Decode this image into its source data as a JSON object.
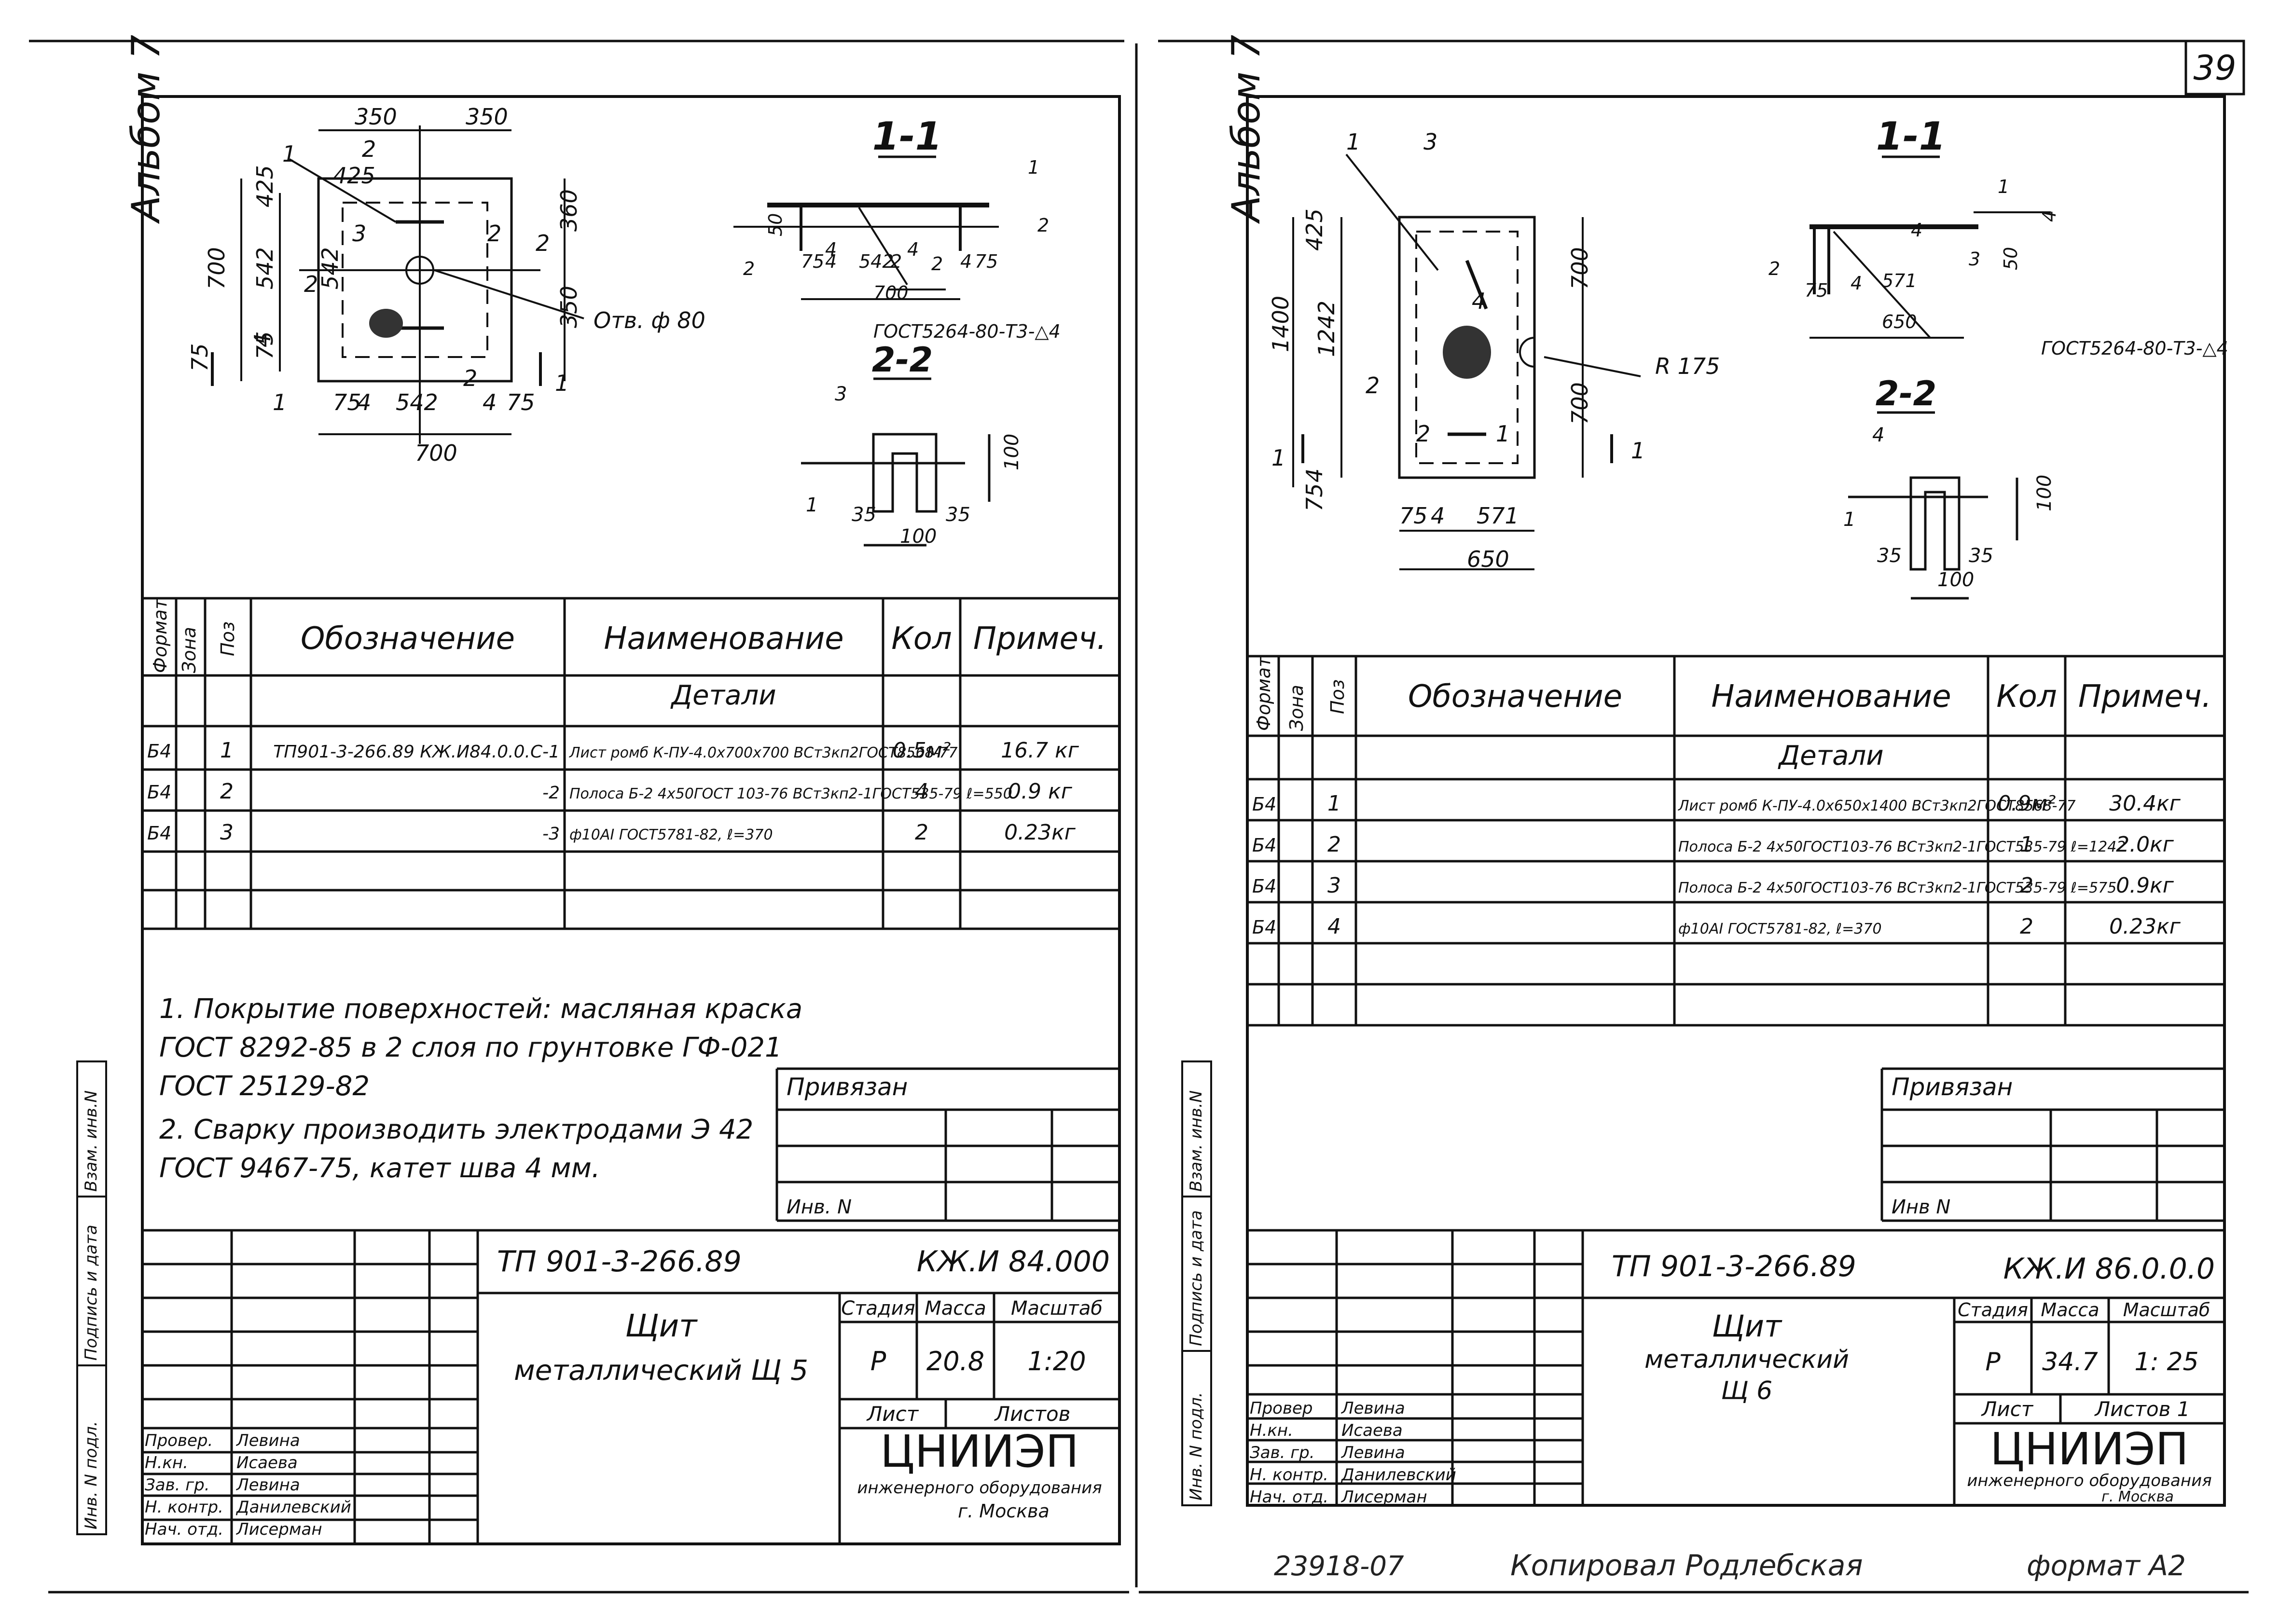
{
  "page": {
    "number": "39",
    "bottom_text": {
      "code": "23918-07",
      "copied": "Копировал Родлебская",
      "format": "формат А2"
    }
  },
  "sheets": [
    {
      "album_label": "Альбом 7",
      "section_label": "1-1",
      "section2_label": "2-2",
      "plan": {
        "dims": [
          "350",
          "350",
          "700",
          "542",
          "425",
          "75",
          "75",
          "4",
          "542",
          "4",
          "75",
          "700",
          "360",
          "350",
          "4",
          "75",
          "542",
          "425"
        ],
        "callouts": [
          "1",
          "2",
          "3",
          "2",
          "2",
          "2",
          "2",
          "Отв. ф 80",
          "1",
          "1"
        ]
      },
      "section_dims": [
        "1",
        "2",
        "2",
        "2",
        "4",
        "4",
        "50",
        "75",
        "4",
        "542",
        "2",
        "4",
        "75",
        "700",
        "ГОСТ5264-80-Т3-△4"
      ],
      "section2_dims": [
        "3",
        "100",
        "1",
        "35",
        "35",
        "100"
      ],
      "spec": {
        "headers": [
          "Формат",
          "Зона",
          "Поз",
          "Обозначение",
          "Наименование",
          "Кол",
          "Примеч."
        ],
        "group": "Детали",
        "rows": [
          {
            "format": "Б4",
            "pos": "1",
            "designation": "ТП901-3-266.89 КЖ.И84.0.0.С-1",
            "name": "Лист ромб К-ПУ-4.0х700х700 ВСт3кп2ГОСТ8568-77",
            "qty": "0.5м²",
            "note": "16.7 кг"
          },
          {
            "format": "Б4",
            "pos": "2",
            "designation": "-2",
            "name": "Полоса Б-2 4х50ГОСТ 103-76 ВСт3кп2-1ГОСТ535-79 ℓ=550",
            "qty": "4",
            "note": "0.9 кг"
          },
          {
            "format": "Б4",
            "pos": "3",
            "designation": "-3",
            "name": "ф10АI ГОСТ5781-82, ℓ=370",
            "qty": "2",
            "note": "0.23кг"
          }
        ]
      },
      "notes": [
        "1. Покрытие поверхностей: масляная краска",
        "ГОСТ 8292-85 в 2 слоя по грунтовке ГФ-021",
        "ГОСТ 25129-82",
        "2. Сварку производить электродами Э 42",
        "ГОСТ 9467-75, катет шва 4 мм."
      ],
      "privyazan": "Привязан",
      "inv_label": "Инв. N",
      "side_labels": [
        "Инв. N подл.",
        "Подпись и дата",
        "Взам. инв.N"
      ],
      "title_block": {
        "project": "ТП 901-3-266.89",
        "code": "КЖ.И 84.000",
        "title_line1": "Щит",
        "title_line2": "металлический Щ 5",
        "stage_header": "Стадия",
        "mass_header": "Масса",
        "scale_header": "Масштаб",
        "stage": "Р",
        "mass": "20.8",
        "scale": "1:20",
        "sheet_label": "Лист",
        "sheets_label": "Листов",
        "org_logo": "ЦНИИЭП",
        "org_line1": "инженерного оборудования",
        "org_line2": "г. Москва",
        "staff": [
          {
            "role": "Провер.",
            "name": "Левина"
          },
          {
            "role": "Н.кн.",
            "name": "Исаева"
          },
          {
            "role": "Зав. гр.",
            "name": "Левина"
          },
          {
            "role": "Н. контр.",
            "name": "Данилевский"
          },
          {
            "role": "Нач. отд.",
            "name": "Лисерман"
          }
        ]
      }
    },
    {
      "album_label": "Альбом 7",
      "section_label": "1-1",
      "section2_label": "2-2",
      "plan": {
        "dims": [
          "1",
          "3",
          "425",
          "700",
          "1400",
          "1242",
          "700",
          "4",
          "75",
          "75",
          "4",
          "571",
          "650"
        ],
        "callouts": [
          "4",
          "2",
          "2",
          "1",
          "R 175",
          "1",
          "1"
        ]
      },
      "section_dims": [
        "1",
        "2",
        "3",
        "4",
        "75",
        "4",
        "571",
        "650",
        "50",
        "4",
        "ГОСТ5264-80-Т3-△4"
      ],
      "section2_dims": [
        "4",
        "1",
        "100",
        "35",
        "35",
        "100"
      ],
      "spec": {
        "headers": [
          "Формат",
          "Зона",
          "Поз",
          "Обозначение",
          "Наименование",
          "Кол",
          "Примеч."
        ],
        "group": "Детали",
        "rows": [
          {
            "format": "Б4",
            "pos": "1",
            "designation": "",
            "name": "Лист ромб К-ПУ-4.0х650х1400 ВСт3кп2ГОСТ8568-77",
            "qty": "0.9м²",
            "note": "30.4кг"
          },
          {
            "format": "Б4",
            "pos": "2",
            "designation": "",
            "name": "Полоса Б-2 4х50ГОСТ103-76 ВСт3кп2-1ГОСТ535-79 ℓ=1242",
            "qty": "1",
            "note": "2.0кг"
          },
          {
            "format": "Б4",
            "pos": "3",
            "designation": "",
            "name": "Полоса Б-2 4х50ГОСТ103-76 ВСт3кп2-1ГОСТ535-79 ℓ=575",
            "qty": "2",
            "note": "0.9кг"
          },
          {
            "format": "Б4",
            "pos": "4",
            "designation": "",
            "name": "ф10АI ГОСТ5781-82, ℓ=370",
            "qty": "2",
            "note": "0.23кг"
          }
        ]
      },
      "privyazan": "Привязан",
      "inv_label": "Инв N",
      "side_labels": [
        "Инв. N подл.",
        "Подпись и дата",
        "Взам. инв.N"
      ],
      "title_block": {
        "project": "ТП 901-3-266.89",
        "code": "КЖ.И 86.0.0.0",
        "title_line1": "Щит",
        "title_line2": "металлический",
        "title_line3": "Щ 6",
        "stage_header": "Стадия",
        "mass_header": "Масса",
        "scale_header": "Масштаб",
        "stage": "Р",
        "mass": "34.7",
        "scale": "1: 25",
        "sheet_label": "Лист",
        "sheets_label": "Листов 1",
        "org_logo": "ЦНИИЭП",
        "org_line1": "инженерного оборудования",
        "org_line2": "г. Москва",
        "staff": [
          {
            "role": "Провер",
            "name": "Левина"
          },
          {
            "role": "Н.кн.",
            "name": "Исаева"
          },
          {
            "role": "Зав. гр.",
            "name": "Левина"
          },
          {
            "role": "Н. контр.",
            "name": "Данилевский"
          },
          {
            "role": "Нач. отд.",
            "name": "Лисерман"
          }
        ]
      }
    }
  ]
}
